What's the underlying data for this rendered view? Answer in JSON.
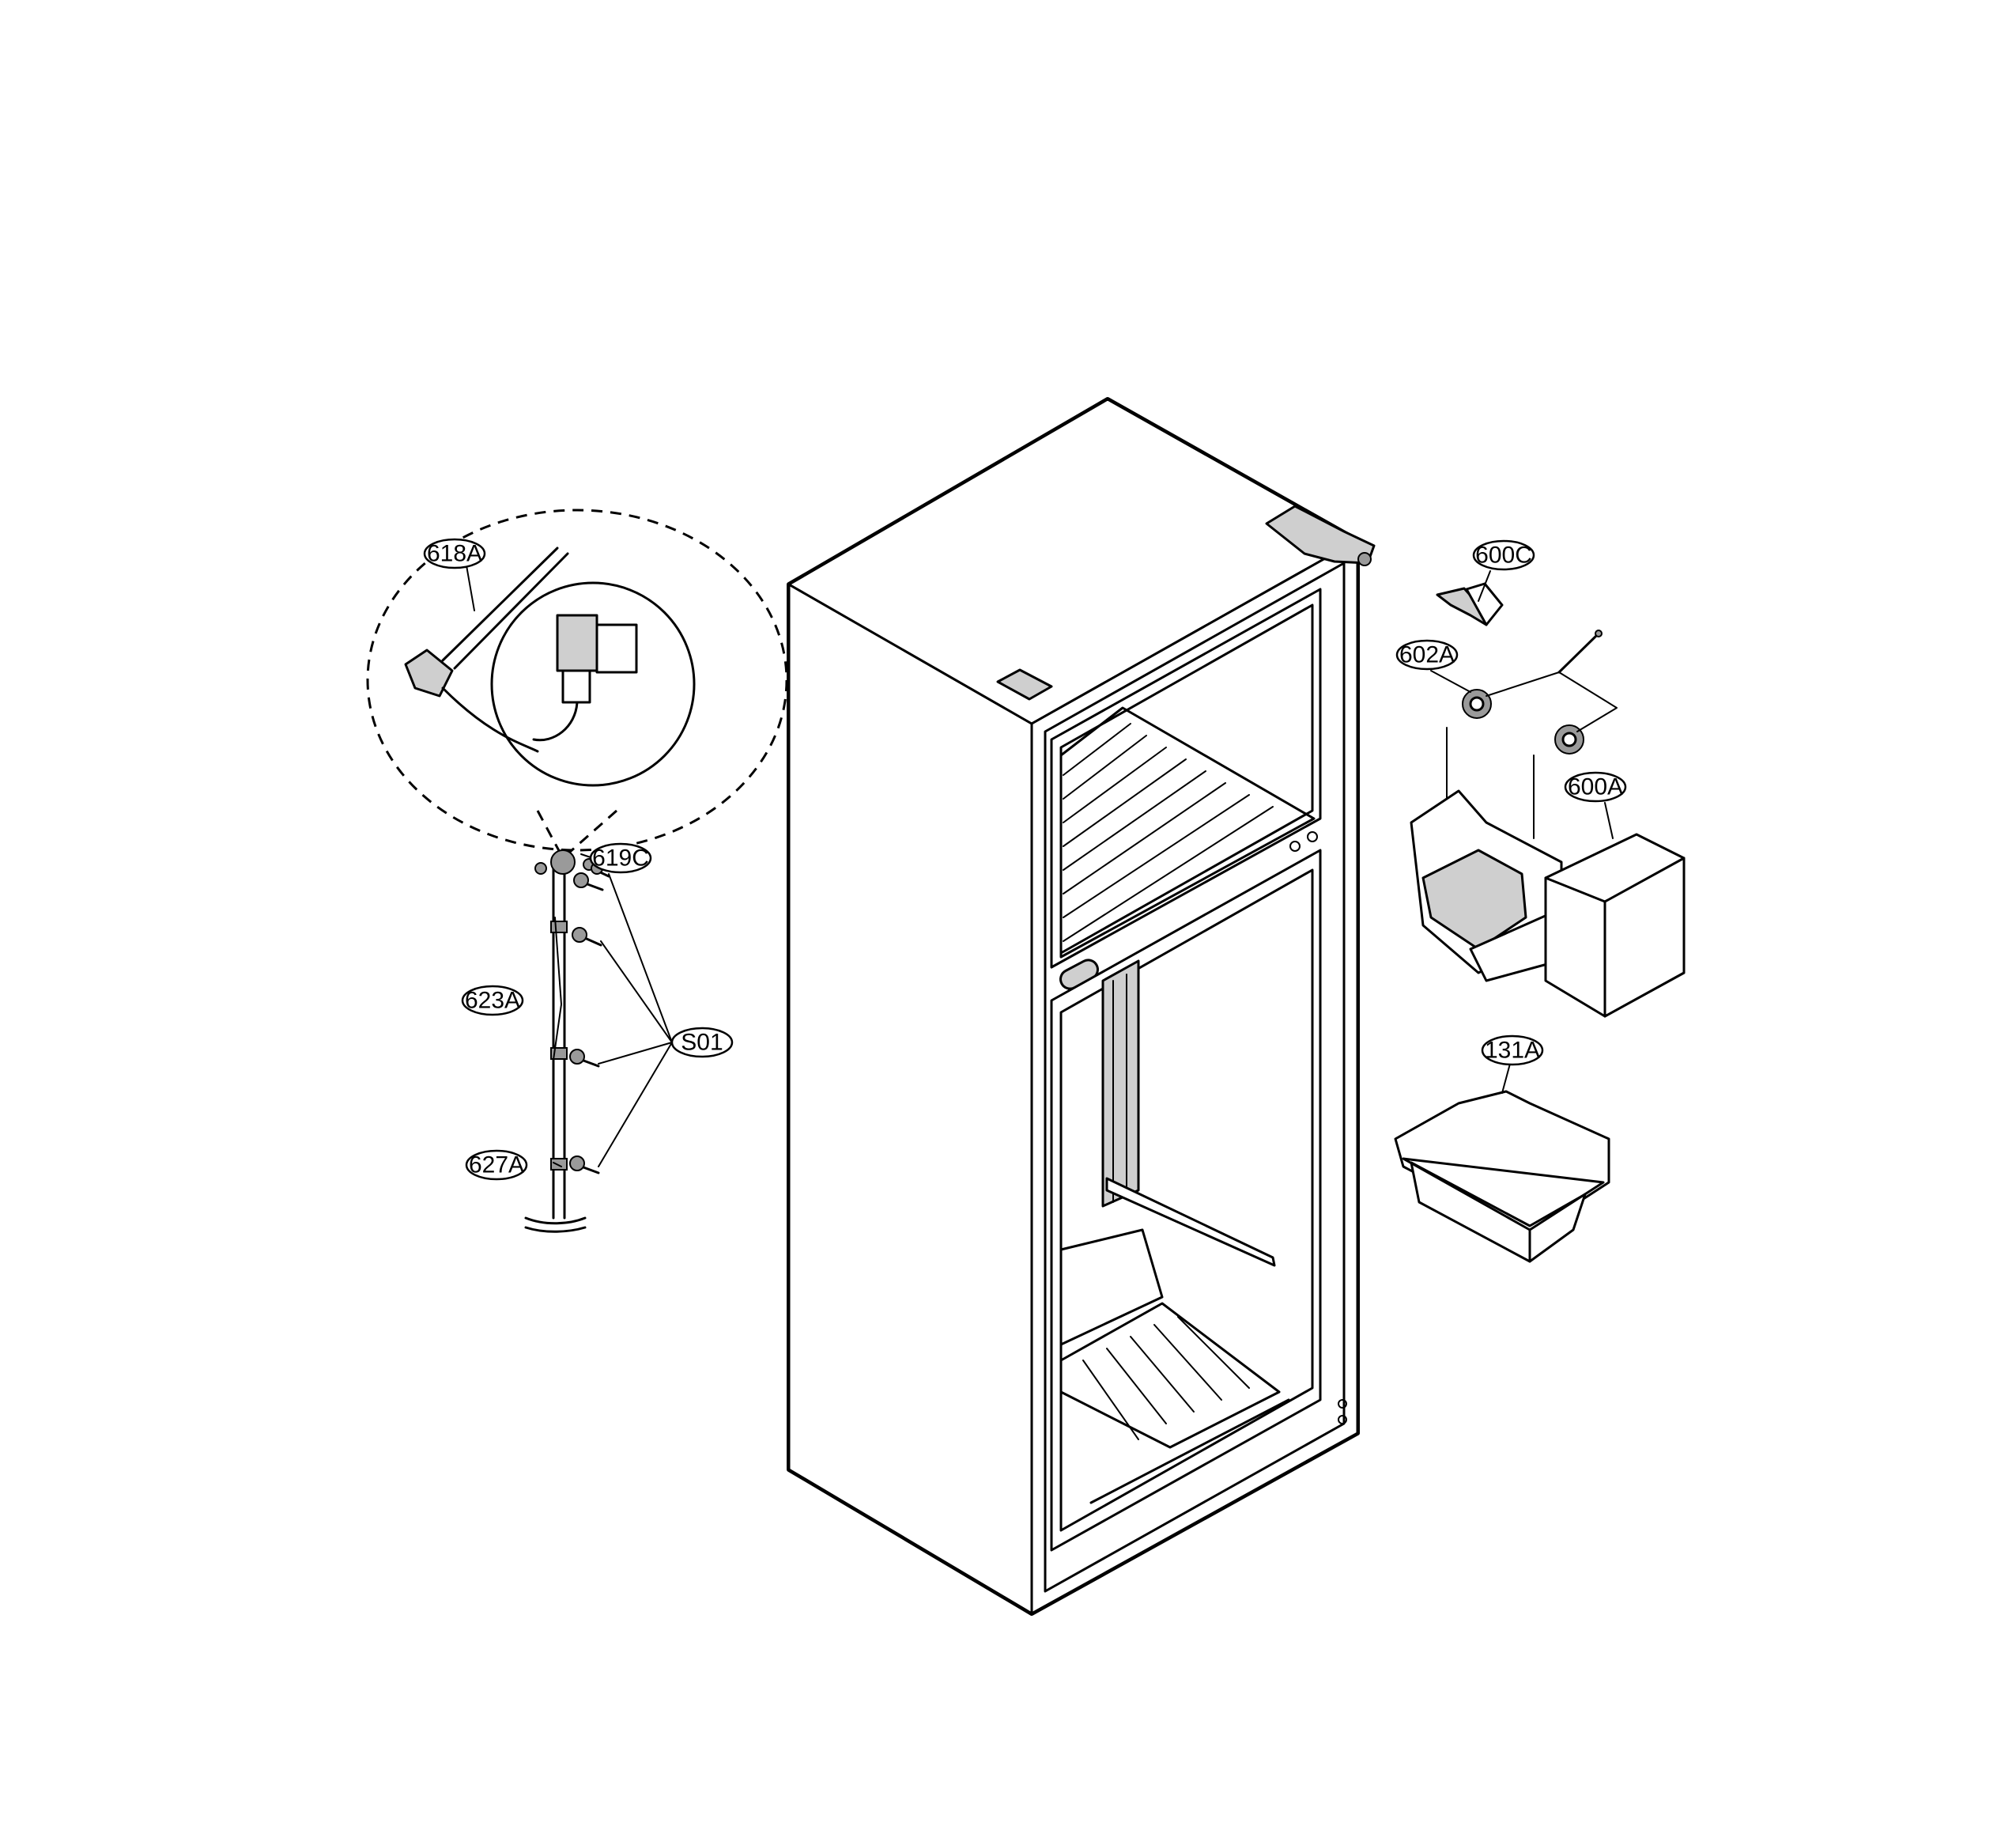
{
  "diagram": {
    "part_labels": {
      "p618A": "618A",
      "p619C": "619C",
      "p623A": "623A",
      "p627A": "627A",
      "pS01": "S01",
      "p600C": "600C",
      "p602A": "602A",
      "p600A": "600A",
      "p131A": "131A"
    }
  }
}
